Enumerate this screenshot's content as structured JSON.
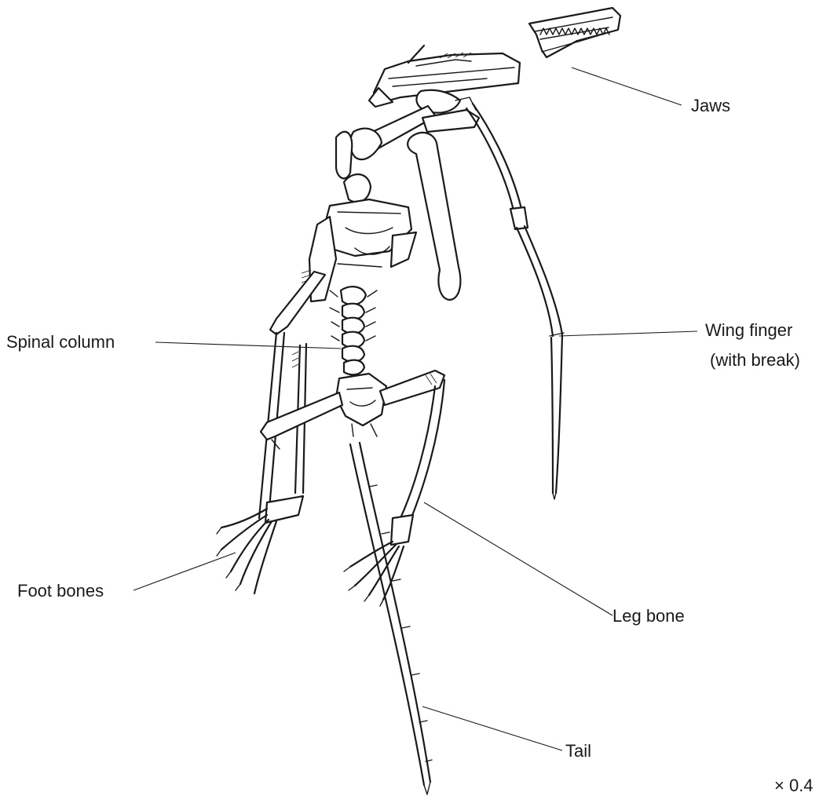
{
  "labels": {
    "jaws": "Jaws",
    "wing_finger_line1": "Wing finger",
    "wing_finger_line2": "(with break)",
    "spinal_column": "Spinal column",
    "foot_bones": "Foot bones",
    "leg_bone": "Leg bone",
    "tail": "Tail",
    "scale": "× 0.4"
  }
}
